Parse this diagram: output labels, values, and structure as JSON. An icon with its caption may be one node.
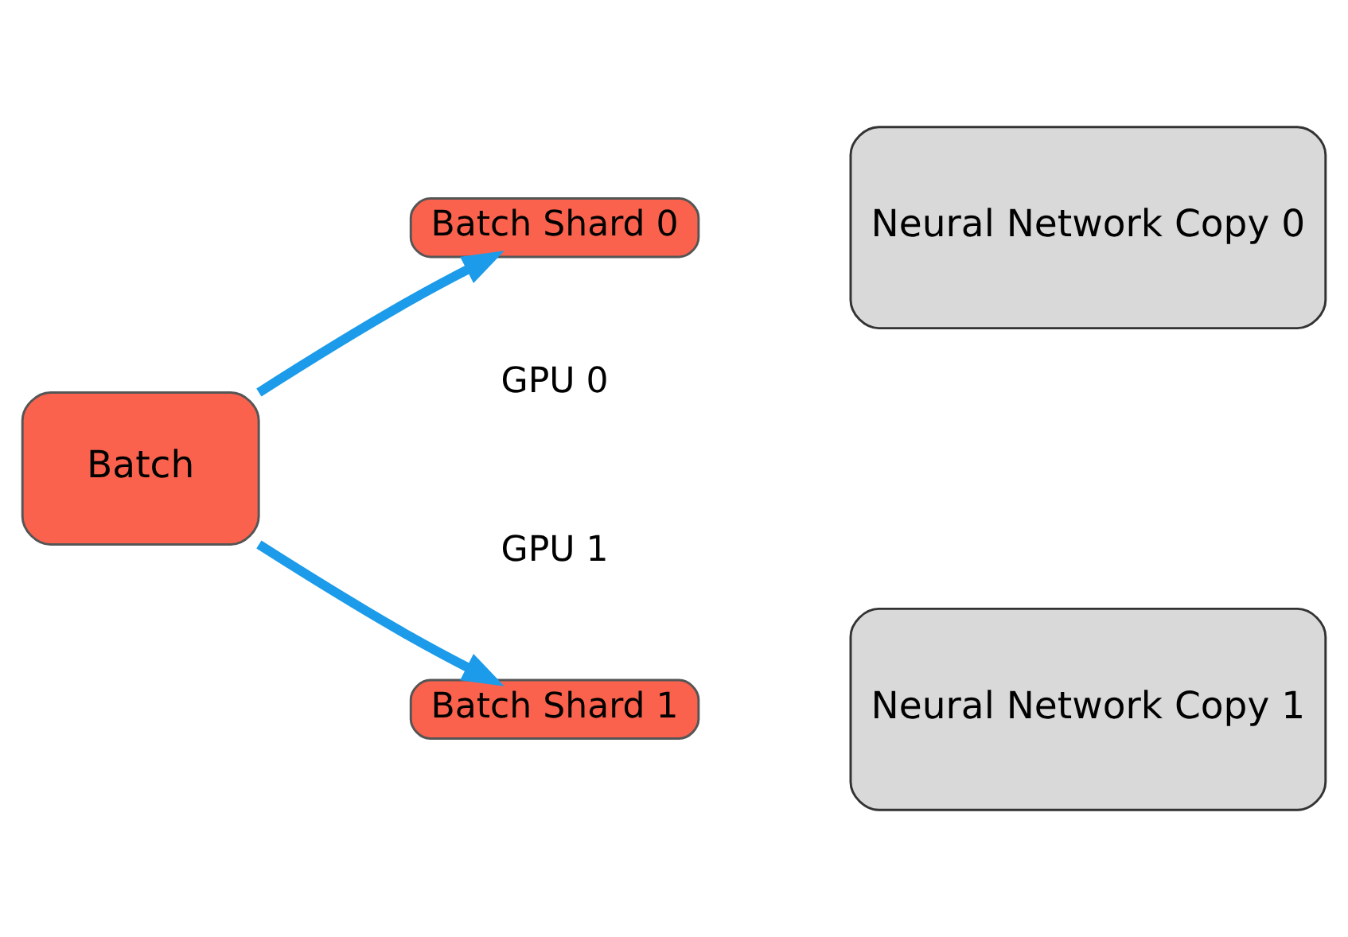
{
  "diagram": {
    "nodes": [
      {
        "text": [
          "Batch"
        ]
      },
      {
        "text": [
          "Batch Shard 0"
        ]
      },
      {
        "text": [
          "Neural Network Copy 0"
        ]
      },
      {
        "text": [
          "Batch Shard 1"
        ]
      },
      {
        "text": [
          "Neural Network Copy 1"
        ]
      }
    ],
    "edges": [
      {
        "from": 0,
        "to": 1,
        "arrow": "to"
      },
      {
        "from": 0,
        "to": 3,
        "arrow": "to"
      }
    ],
    "labels": [
      "GPU 0",
      "GPU 1"
    ]
  }
}
